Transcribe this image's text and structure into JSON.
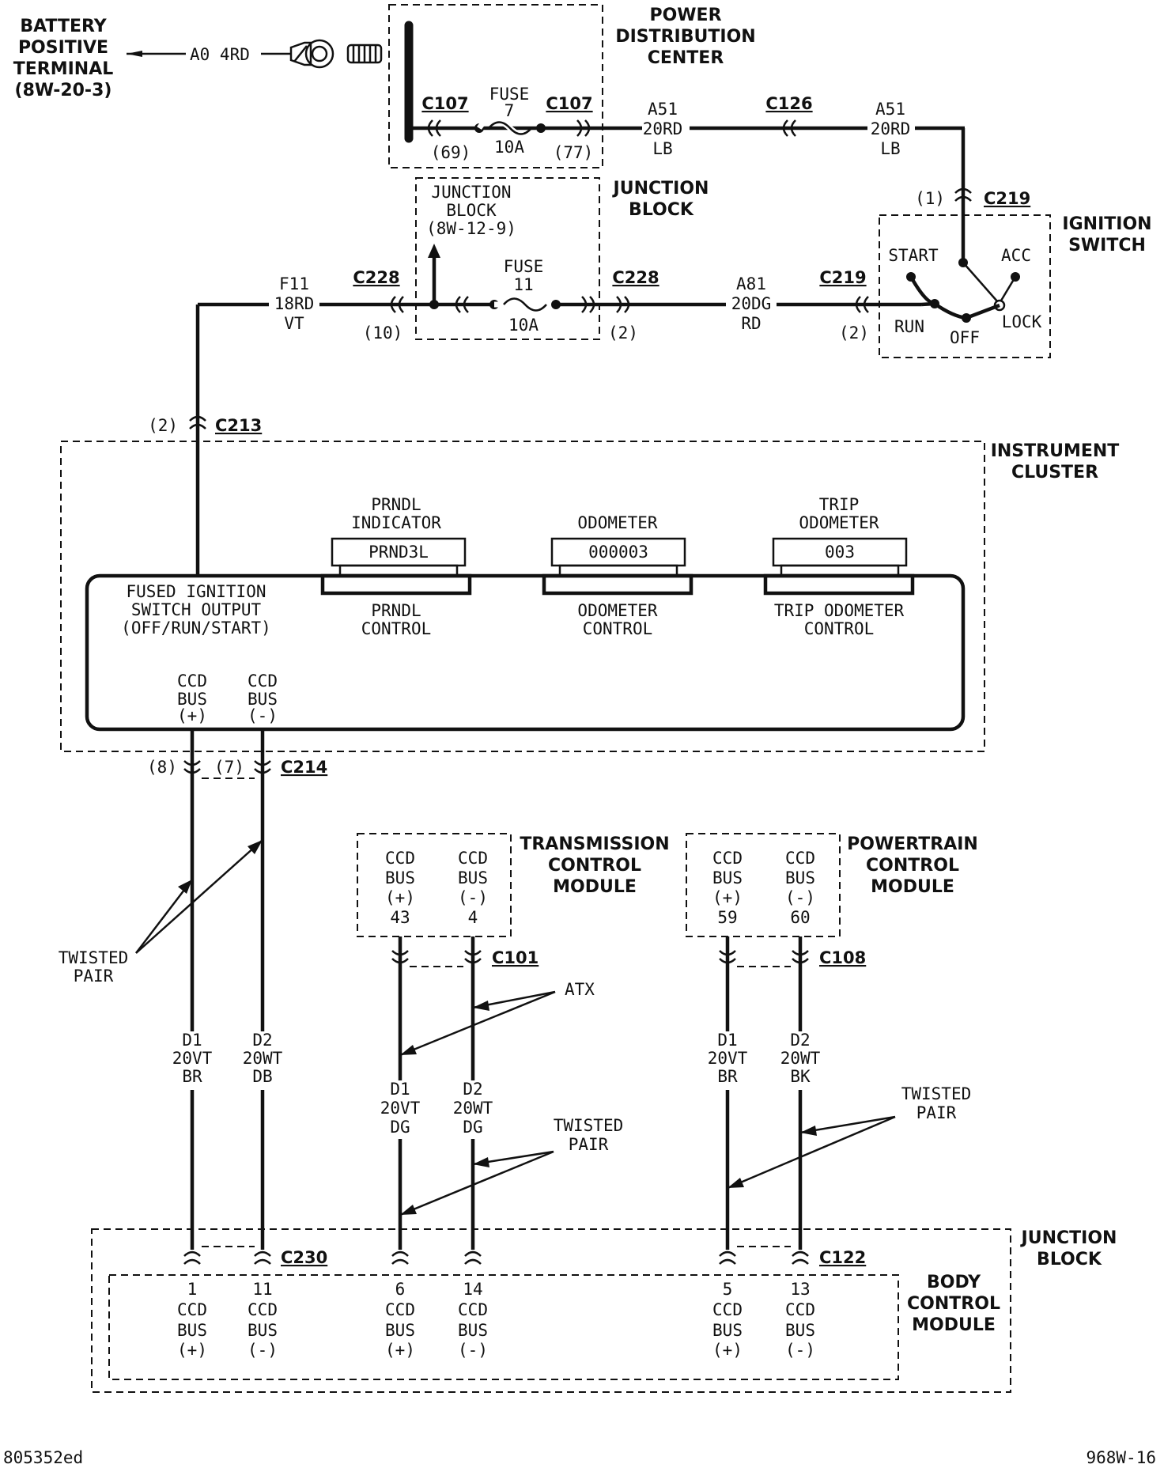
{
  "battery": {
    "line1": "BATTERY",
    "line2": "POSITIVE",
    "line3": "TERMINAL",
    "line4": "(8W-20-3)",
    "wire": "A0 4RD"
  },
  "pdc": {
    "line1": "POWER",
    "line2": "DISTRIBUTION",
    "line3": "CENTER",
    "conn_left": "C107",
    "conn_right": "C107",
    "pin_left": "(69)",
    "pin_right": "(77)",
    "fuse_label": "FUSE",
    "fuse_num": "7",
    "fuse_amp": "10A"
  },
  "wire_a51_left": {
    "circuit": "A51",
    "gauge": "20RD",
    "tracer": "LB"
  },
  "c126": "C126",
  "wire_a51_right": {
    "circuit": "A51",
    "gauge": "20RD",
    "tracer": "LB"
  },
  "c219_top": {
    "pin": "(1)",
    "name": "C219"
  },
  "ignition_switch": {
    "line1": "IGNITION",
    "line2": "SWITCH",
    "start": "START",
    "acc": "ACC",
    "run": "RUN",
    "off": "OFF",
    "lock": "LOCK"
  },
  "junction_block_top": {
    "inner1": "JUNCTION",
    "inner2": "BLOCK",
    "inner3": "(8W-12-9)",
    "line1": "JUNCTION",
    "line2": "BLOCK",
    "fuse_label": "FUSE",
    "fuse_num": "11",
    "fuse_amp": "10A",
    "conn_left": "C228",
    "conn_right": "C228",
    "pin_left": "(10)",
    "pin_right": "(2)"
  },
  "wire_f11": {
    "circuit": "F11",
    "gauge": "18RD",
    "tracer": "VT"
  },
  "wire_a81": {
    "circuit": "A81",
    "gauge": "20DG",
    "tracer": "RD"
  },
  "c219_mid": {
    "pin": "(2)",
    "name": "C219"
  },
  "c213": {
    "pin": "(2)",
    "name": "C213"
  },
  "instrument_cluster": {
    "line1": "INSTRUMENT",
    "line2": "CLUSTER",
    "fused1": "FUSED IGNITION",
    "fused2": "SWITCH OUTPUT",
    "fused3": "(OFF/RUN/START)",
    "prndl_ind1": "PRNDL",
    "prndl_ind2": "INDICATOR",
    "prndl_display": "PRND3L",
    "prndl_ctrl1": "PRNDL",
    "prndl_ctrl2": "CONTROL",
    "odo_label": "ODOMETER",
    "odo_display": "000003",
    "odo_ctrl1": "ODOMETER",
    "odo_ctrl2": "CONTROL",
    "trip1": "TRIP",
    "trip2": "ODOMETER",
    "trip_display": "003",
    "trip_ctrl1": "TRIP ODOMETER",
    "trip_ctrl2": "CONTROL",
    "bus_pos": {
      "l1": "CCD",
      "l2": "BUS",
      "l3": "(+)"
    },
    "bus_neg": {
      "l1": "CCD",
      "l2": "BUS",
      "l3": "(-)"
    }
  },
  "c214": {
    "pin8": "(8)",
    "pin7": "(7)",
    "name": "C214"
  },
  "twisted_left": {
    "l1": "TWISTED",
    "l2": "PAIR"
  },
  "wire_d1_left": {
    "circuit": "D1",
    "gauge": "20VT",
    "tracer": "BR"
  },
  "wire_d2_left": {
    "circuit": "D2",
    "gauge": "20WT",
    "tracer": "DB"
  },
  "tcm": {
    "line1": "TRANSMISSION",
    "line2": "CONTROL",
    "line3": "MODULE",
    "pos": {
      "l1": "CCD",
      "l2": "BUS",
      "l3": "(+)",
      "pin": "43"
    },
    "neg": {
      "l1": "CCD",
      "l2": "BUS",
      "l3": "(-)",
      "pin": "4"
    },
    "conn": "C101"
  },
  "atx": "ATX",
  "wire_d1_mid": {
    "circuit": "D1",
    "gauge": "20VT",
    "tracer": "DG"
  },
  "wire_d2_mid": {
    "circuit": "D2",
    "gauge": "20WT",
    "tracer": "DG"
  },
  "twisted_mid": {
    "l1": "TWISTED",
    "l2": "PAIR"
  },
  "pcm": {
    "line1": "POWERTRAIN",
    "line2": "CONTROL",
    "line3": "MODULE",
    "pos": {
      "l1": "CCD",
      "l2": "BUS",
      "l3": "(+)",
      "pin": "59"
    },
    "neg": {
      "l1": "CCD",
      "l2": "BUS",
      "l3": "(-)",
      "pin": "60"
    },
    "conn": "C108"
  },
  "wire_d1_right": {
    "circuit": "D1",
    "gauge": "20VT",
    "tracer": "BR"
  },
  "wire_d2_right": {
    "circuit": "D2",
    "gauge": "20WT",
    "tracer": "BK"
  },
  "twisted_right": {
    "l1": "TWISTED",
    "l2": "PAIR"
  },
  "junction_block_bottom": {
    "line1": "JUNCTION",
    "line2": "BLOCK",
    "conn_left": "C230",
    "conn_right": "C122"
  },
  "bcm": {
    "line1": "BODY",
    "line2": "CONTROL",
    "line3": "MODULE",
    "pins": [
      {
        "pin": "1",
        "l1": "CCD",
        "l2": "BUS",
        "l3": "(+)"
      },
      {
        "pin": "11",
        "l1": "CCD",
        "l2": "BUS",
        "l3": "(-)"
      },
      {
        "pin": "6",
        "l1": "CCD",
        "l2": "BUS",
        "l3": "(+)"
      },
      {
        "pin": "14",
        "l1": "CCD",
        "l2": "BUS",
        "l3": "(-)"
      },
      {
        "pin": "5",
        "l1": "CCD",
        "l2": "BUS",
        "l3": "(+)"
      },
      {
        "pin": "13",
        "l1": "CCD",
        "l2": "BUS",
        "l3": "(-)"
      }
    ]
  },
  "footer_left": "805352ed",
  "footer_right": "968W-16"
}
